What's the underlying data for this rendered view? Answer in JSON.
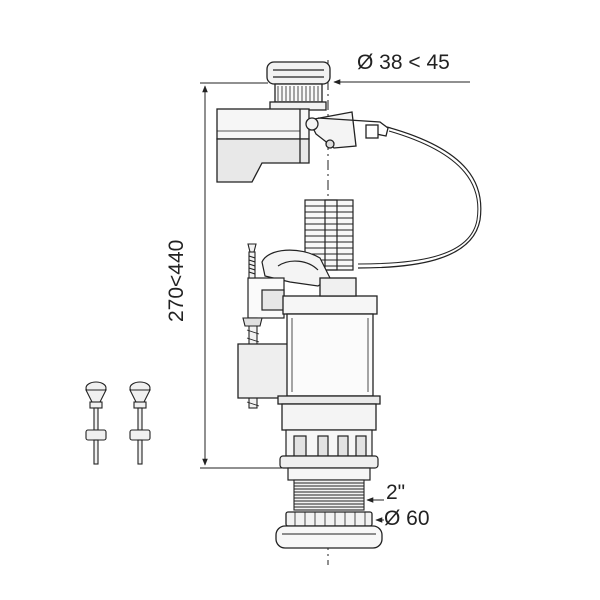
{
  "dimensions": {
    "top_diameter": "Ø 38 < 45",
    "height_range": "270<440",
    "thread": "2\"",
    "bottom_diameter": "Ø 60"
  },
  "colors": {
    "line": "#222222",
    "fill_light": "#f2f2f2",
    "fill_dark": "#d9d9d9"
  }
}
